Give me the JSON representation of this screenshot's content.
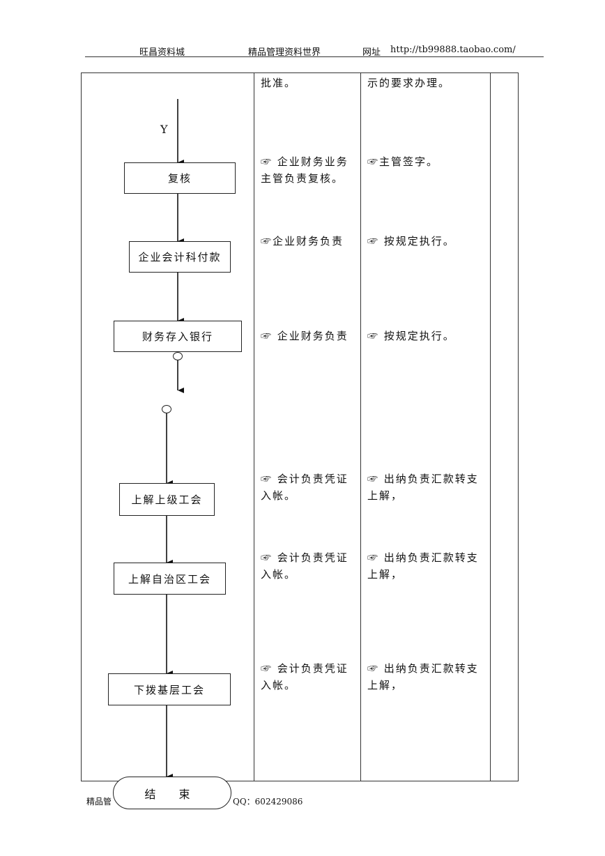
{
  "header": {
    "left": "旺昌资料城",
    "center": "精品管理资料世界",
    "url_label": "网址",
    "url": "http://tb99888.taobao.com/"
  },
  "flow": {
    "yes_label": "Y",
    "steps": [
      "复核",
      "企业会计科付款",
      "财务存入银行",
      "上解上级工会",
      "上解自治区工会",
      "下拨基层工会"
    ],
    "end": "结 束"
  },
  "col2": {
    "r0": "批准。",
    "r1": "☞ 企业财务业务主管负责复核。",
    "r2": "☞企业财务负责",
    "r3": "☞  企业财务负责",
    "r4": "☞ 会计负责凭证入帐。",
    "r5": "☞ 会计负责凭证入帐。",
    "r6": "☞ 会计负责凭证入帐。"
  },
  "col3": {
    "r0": "示的要求办理。",
    "r1": "☞主管签字。",
    "r2": "☞  按规定执行。",
    "r3": "☞  按规定执行。",
    "r4": "☞ 出纳负责汇款转支上解，",
    "r5": "☞ 出纳负责汇款转支上解，",
    "r6": "☞ 出纳负责汇款转支上解，"
  },
  "footer": {
    "left": "精品管",
    "qq": "QQ：602429086"
  }
}
